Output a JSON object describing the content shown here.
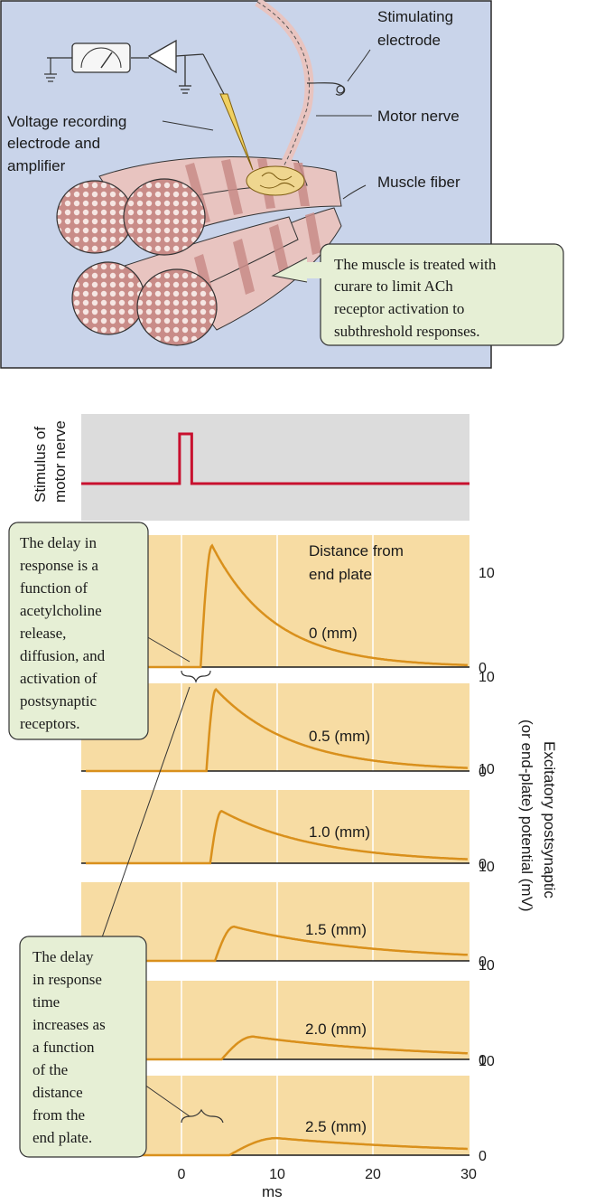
{
  "top_panel": {
    "labels": {
      "stimulating_electrode_line1": "Stimulating",
      "stimulating_electrode_line2": "electrode",
      "motor_nerve": "Motor nerve",
      "muscle_fiber": "Muscle fiber",
      "voltage_line1": "Voltage recording",
      "voltage_line2": "electrode and",
      "voltage_line3": "amplifier"
    },
    "curare_note": {
      "lines": [
        "The muscle is treated with",
        "curare to limit ACh",
        "receptor activation to",
        "subthreshold responses."
      ]
    }
  },
  "stimulus_panel": {
    "ylabel_line1": "Stimulus of",
    "ylabel_line2": "motor nerve"
  },
  "delay_note_top": {
    "lines": [
      "The delay in",
      "response is a",
      "function of",
      "acetylcholine",
      "release,",
      "diffusion, and",
      "activation of",
      "postsynaptic",
      "receptors."
    ]
  },
  "delay_note_bottom": {
    "lines": [
      "The delay",
      "in response",
      "time",
      "increases as",
      "a function",
      "of the",
      "distance",
      "from the",
      "end plate."
    ]
  },
  "legend_title_line1": "Distance from",
  "legend_title_line2": "end plate",
  "ylabel_line1": "Excitatory postsynaptic",
  "ylabel_line2": "(or end-plate) potential (mV)",
  "xlabel": "ms",
  "colors": {
    "top_bg": "#c9d4ea",
    "muscle": "#e8c4c0",
    "muscle_band": "#c98c88",
    "stim_bg": "#dcdcdc",
    "stim_line": "#c8102e",
    "panel_bg": "#f7dca3",
    "trace": "#d9901c",
    "note_bg": "#e6efd5"
  },
  "chart_data": {
    "type": "line",
    "x_ticks": [
      "0",
      "10",
      "20",
      "30"
    ],
    "y_ticks": [
      "0",
      "10"
    ],
    "xlim": [
      -10,
      30
    ],
    "ylim": [
      0,
      14
    ],
    "xlabel": "ms",
    "ylabel": "Excitatory postsynaptic (or end-plate) potential (mV)",
    "stimulus": {
      "pulse_start_ms": -0.2,
      "pulse_end_ms": 0.6
    },
    "series": [
      {
        "name": "0 (mm)",
        "onset_ms": 2.0,
        "peak_ms": 3.2,
        "peak_mv": 12.8,
        "tau_ms": 6.5
      },
      {
        "name": "0.5 (mm)",
        "onset_ms": 2.6,
        "peak_ms": 3.6,
        "peak_mv": 8.6,
        "tau_ms": 8.0
      },
      {
        "name": "1.0 (mm)",
        "onset_ms": 3.0,
        "peak_ms": 4.2,
        "peak_mv": 5.5,
        "tau_ms": 10.0
      },
      {
        "name": "1.5 (mm)",
        "onset_ms": 3.5,
        "peak_ms": 5.5,
        "peak_mv": 3.6,
        "tau_ms": 14.0
      },
      {
        "name": "2.0 (mm)",
        "onset_ms": 4.2,
        "peak_ms": 7.5,
        "peak_mv": 2.4,
        "tau_ms": 17.0
      },
      {
        "name": "2.5 (mm)",
        "onset_ms": 5.0,
        "peak_ms": 10.0,
        "peak_mv": 1.8,
        "tau_ms": 20.0
      }
    ]
  }
}
